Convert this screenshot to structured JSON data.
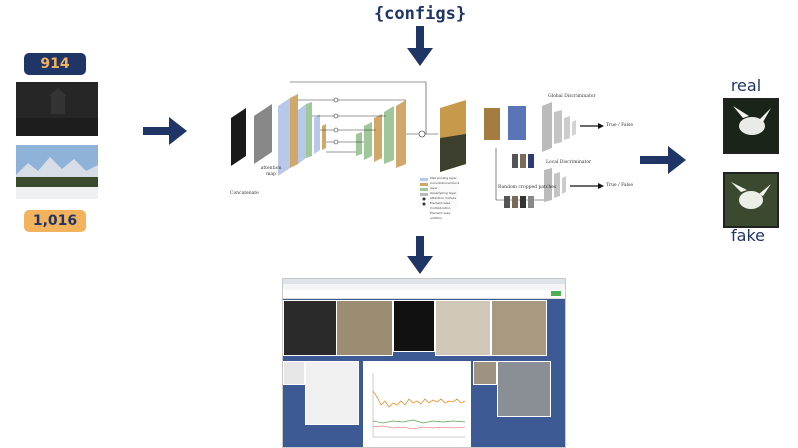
{
  "configs_label": "{configs}",
  "counts": {
    "top": "914",
    "bottom": "1,016"
  },
  "outputs": {
    "real": "real",
    "fake": "fake"
  },
  "colors": {
    "navy": "#1f3566",
    "badge_dark": "#1f3566",
    "badge_orange": "#f3b35c",
    "dashboard_bg": "#3e5a94"
  },
  "network": {
    "attention_map": "attention map",
    "concatenate": "Concatenate",
    "global_discriminator": "Global Discriminator",
    "local_discriminator": "Local Discriminator",
    "random_crops": "Random cropped patches",
    "true_false": "True / False",
    "legend": [
      "Max pooling layer",
      "Convolutional block layer",
      "Upsampling layer",
      "Attention module",
      "Element-wise multiplication",
      "Element-wise addition"
    ]
  }
}
